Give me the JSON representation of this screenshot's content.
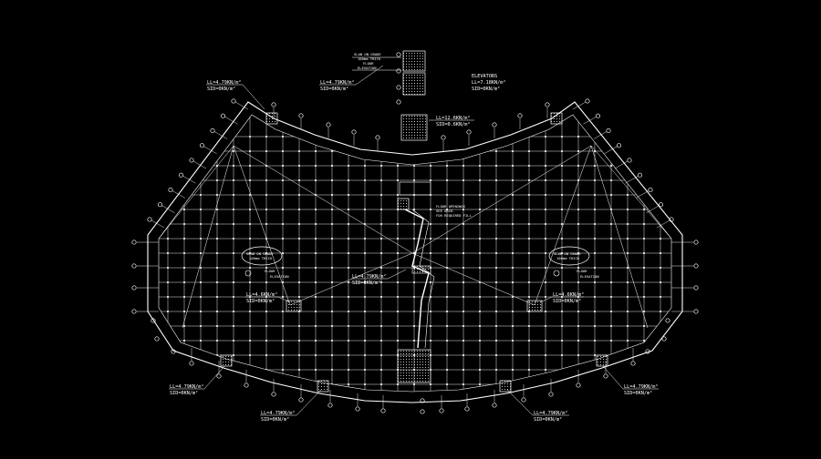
{
  "drawing": {
    "background": "#000000",
    "line_color": "#ffffff",
    "center_slab": {
      "line1": "SLAB ON GRADE",
      "line2": "100mm THICK",
      "line3": "FLOOR",
      "line4": "ELEVATION"
    },
    "top_left_load": {
      "ll": "LL=4.79KN/m²",
      "sid": "SID=0KN/m²"
    },
    "top_center_load": {
      "ll": "LL=4.79KN/m²",
      "sid": "SID=0KN/m²"
    },
    "top_right_load": {
      "line1": "ELEVATORS",
      "ll": "LL=7.18KN/m²",
      "sid": "SID=0KN/m²"
    },
    "stair_load": {
      "ll": "LL=12.6KN/m²",
      "sid": "SID=0.6KN/m²"
    },
    "left_slab": {
      "line1": "SLAB ON GRADE",
      "line2": "100mm THICK",
      "line3": "FLOOR",
      "line4": "ELEVATION"
    },
    "right_slab": {
      "line1": "SLAB ON GRADE",
      "line2": "100mm THICK",
      "line3": "FLOOR",
      "line4": "ELEVATION"
    },
    "middle_load": {
      "ll": "LL=4.79KN/m²",
      "sid": "SID=0KN/m²"
    },
    "middle_note": {
      "line1": "FLOOR OPENINGS",
      "line2": "SEE ARCH.",
      "line3": "FOR REQUIRED FILL"
    },
    "left_inner_load": {
      "ll": "LL=4.6KN/m²",
      "sid": "SID=0KN/m²"
    },
    "right_inner_load": {
      "ll": "LL=4.6KN/m²",
      "sid": "SID=0KN/m²"
    },
    "bottom_left_load": {
      "ll": "LL=4.79KN/m²",
      "sid": "SID=0KN/m²"
    },
    "bottom_center_left_load": {
      "ll": "LL=4.79KN/m²",
      "sid": "SID=0KN/m²"
    },
    "bottom_center_right_load": {
      "ll": "LL=4.79KN/m²",
      "sid": "SID=0KN/m²"
    },
    "bottom_right_load": {
      "ll": "LL=4.79KN/m²",
      "sid": "SID=0KN/m²"
    }
  }
}
